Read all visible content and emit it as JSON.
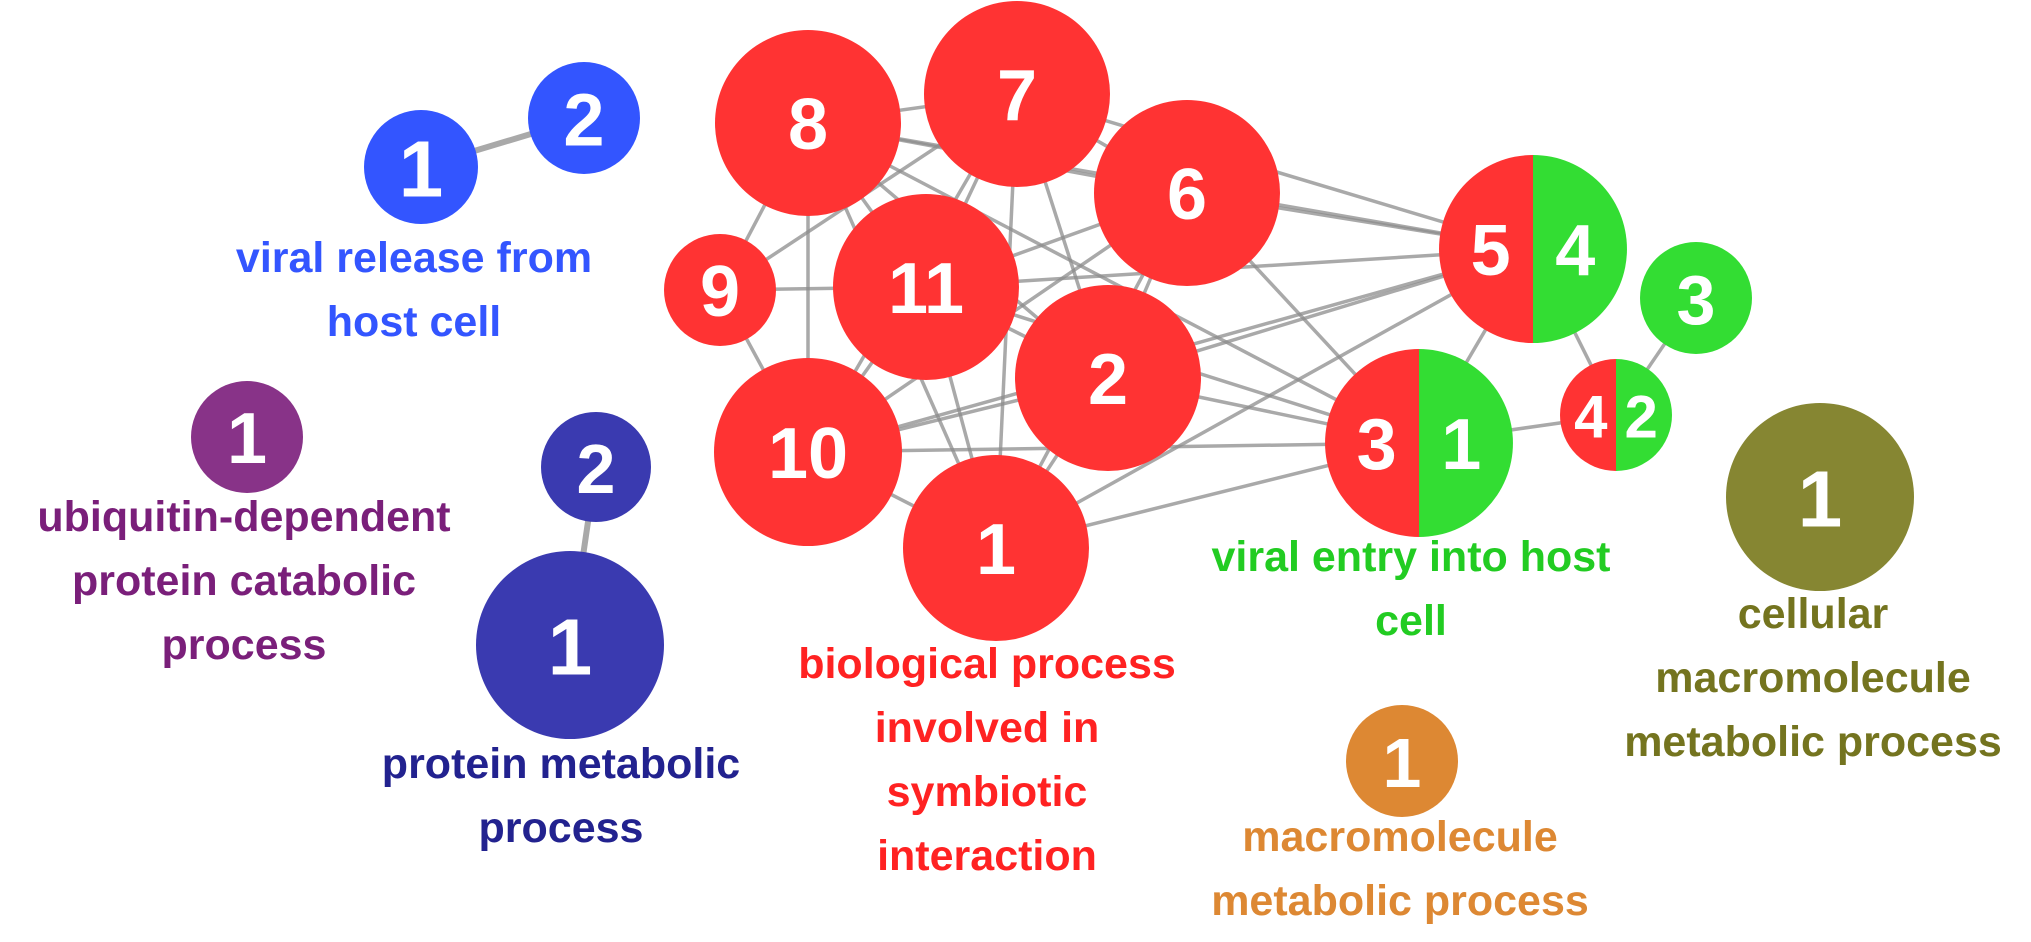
{
  "colors": {
    "red": "#ff3333",
    "green": "#33dd33",
    "blue": "#3355ff",
    "navy": "#3a3ab0",
    "purple": "#883388",
    "olive": "#868632",
    "orange": "#dd8833",
    "edge": "#8c8c8c"
  },
  "clusters": [
    {
      "id": "viral-release",
      "color": "#3355ff",
      "label_color": "#3355ff",
      "label_lines": [
        "viral release from",
        "host cell"
      ]
    },
    {
      "id": "ubiquitin",
      "color": "#883388",
      "label_color": "#7a1f7a",
      "label_lines": [
        "ubiquitin-dependent",
        "protein catabolic",
        "process"
      ]
    },
    {
      "id": "protein-metabolic",
      "color": "#3a3ab0",
      "label_color": "#22228f",
      "label_lines": [
        "protein metabolic",
        "process"
      ]
    },
    {
      "id": "symbiotic",
      "color": "#ff3333",
      "label_color": "#ff2222",
      "label_lines": [
        "biological process",
        "involved in",
        "symbiotic",
        "interaction"
      ]
    },
    {
      "id": "viral-entry",
      "color": "#33dd33",
      "label_color": "#22cc22",
      "label_lines": [
        "viral entry into host",
        "cell"
      ]
    },
    {
      "id": "macromolecule",
      "color": "#dd8833",
      "label_color": "#dd8833",
      "label_lines": [
        "macromolecule",
        "metabolic process"
      ]
    },
    {
      "id": "cellular-macromolecule",
      "color": "#868632",
      "label_color": "#74741f",
      "label_lines": [
        "cellular",
        "macromolecule",
        "metabolic process"
      ]
    }
  ],
  "nodes": [
    {
      "id": "blue-1",
      "cluster": "viral-release",
      "label": "1"
    },
    {
      "id": "blue-2",
      "cluster": "viral-release",
      "label": "2"
    },
    {
      "id": "purple-1",
      "cluster": "ubiquitin",
      "label": "1"
    },
    {
      "id": "navy-2",
      "cluster": "protein-metabolic",
      "label": "2"
    },
    {
      "id": "navy-1",
      "cluster": "protein-metabolic",
      "label": "1"
    },
    {
      "id": "red-8",
      "cluster": "symbiotic",
      "label": "8"
    },
    {
      "id": "red-7",
      "cluster": "symbiotic",
      "label": "7"
    },
    {
      "id": "red-6",
      "cluster": "symbiotic",
      "label": "6"
    },
    {
      "id": "red-9",
      "cluster": "symbiotic",
      "label": "9"
    },
    {
      "id": "red-11",
      "cluster": "symbiotic",
      "label": "11"
    },
    {
      "id": "red-2",
      "cluster": "symbiotic",
      "label": "2"
    },
    {
      "id": "red-10",
      "cluster": "symbiotic",
      "label": "10"
    },
    {
      "id": "red-1",
      "cluster": "symbiotic",
      "label": "1"
    },
    {
      "id": "split-5-4",
      "clusters": [
        "symbiotic",
        "viral-entry"
      ],
      "labels": [
        "5",
        "4"
      ]
    },
    {
      "id": "split-3-1",
      "clusters": [
        "symbiotic",
        "viral-entry"
      ],
      "labels": [
        "3",
        "1"
      ]
    },
    {
      "id": "split-4-2",
      "clusters": [
        "symbiotic",
        "viral-entry"
      ],
      "labels": [
        "4",
        "2"
      ]
    },
    {
      "id": "green-3",
      "cluster": "viral-entry",
      "label": "3"
    },
    {
      "id": "orange-1",
      "cluster": "macromolecule",
      "label": "1"
    },
    {
      "id": "olive-1",
      "cluster": "cellular-macromolecule",
      "label": "1"
    }
  ],
  "edges": [
    [
      "blue-1",
      "blue-2"
    ],
    [
      "navy-2",
      "navy-1"
    ],
    [
      "red-8",
      "red-7"
    ],
    [
      "red-8",
      "red-6"
    ],
    [
      "red-8",
      "red-9"
    ],
    [
      "red-8",
      "red-11"
    ],
    [
      "red-8",
      "red-2"
    ],
    [
      "red-8",
      "red-10"
    ],
    [
      "red-8",
      "red-1"
    ],
    [
      "red-8",
      "split-5-4"
    ],
    [
      "red-8",
      "split-3-1"
    ],
    [
      "red-7",
      "red-6"
    ],
    [
      "red-7",
      "red-11"
    ],
    [
      "red-7",
      "red-2"
    ],
    [
      "red-7",
      "red-10"
    ],
    [
      "red-7",
      "red-1"
    ],
    [
      "red-7",
      "split-5-4"
    ],
    [
      "red-7",
      "red-9"
    ],
    [
      "red-6",
      "red-11"
    ],
    [
      "red-6",
      "red-2"
    ],
    [
      "red-6",
      "red-10"
    ],
    [
      "red-6",
      "red-1"
    ],
    [
      "red-6",
      "split-5-4"
    ],
    [
      "red-6",
      "split-3-1"
    ],
    [
      "red-9",
      "red-10"
    ],
    [
      "red-9",
      "red-11"
    ],
    [
      "red-11",
      "red-2"
    ],
    [
      "red-11",
      "red-10"
    ],
    [
      "red-11",
      "red-1"
    ],
    [
      "red-11",
      "split-5-4"
    ],
    [
      "red-11",
      "split-3-1"
    ],
    [
      "red-2",
      "red-10"
    ],
    [
      "red-2",
      "red-1"
    ],
    [
      "red-2",
      "split-5-4"
    ],
    [
      "red-2",
      "split-3-1"
    ],
    [
      "red-10",
      "red-1"
    ],
    [
      "red-10",
      "split-5-4"
    ],
    [
      "red-10",
      "split-3-1"
    ],
    [
      "red-1",
      "split-3-1"
    ],
    [
      "red-1",
      "split-5-4"
    ],
    [
      "split-5-4",
      "split-3-1"
    ],
    [
      "split-5-4",
      "split-4-2"
    ],
    [
      "split-3-1",
      "split-4-2"
    ],
    [
      "split-4-2",
      "green-3"
    ]
  ]
}
